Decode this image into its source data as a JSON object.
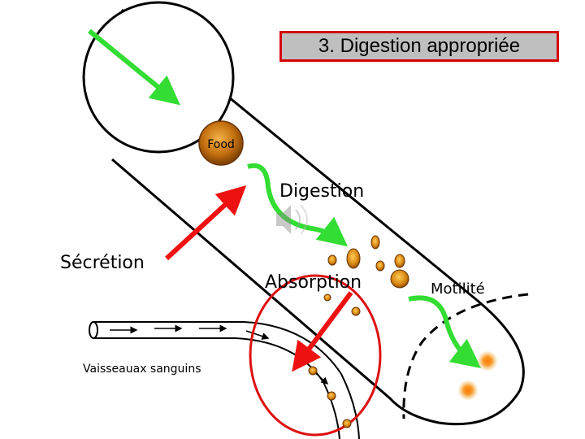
{
  "title": "3. Digestion  appropriée",
  "labels": {
    "food": "Food",
    "digestion": "Digestion",
    "secretion": "Sécrétion",
    "absorption": "Absorption",
    "motility": "Motilité",
    "vessels": "Vaisseauax sanguins"
  },
  "icons": {
    "speaker": "speaker-icon"
  },
  "colors": {
    "green_arrow": "#33dd33",
    "red_arrow": "#ee1111",
    "title_border": "#d50000",
    "title_bg": "#bfbfbf",
    "food": "#b8660f",
    "absorption_ellipse": "#dd1111"
  }
}
